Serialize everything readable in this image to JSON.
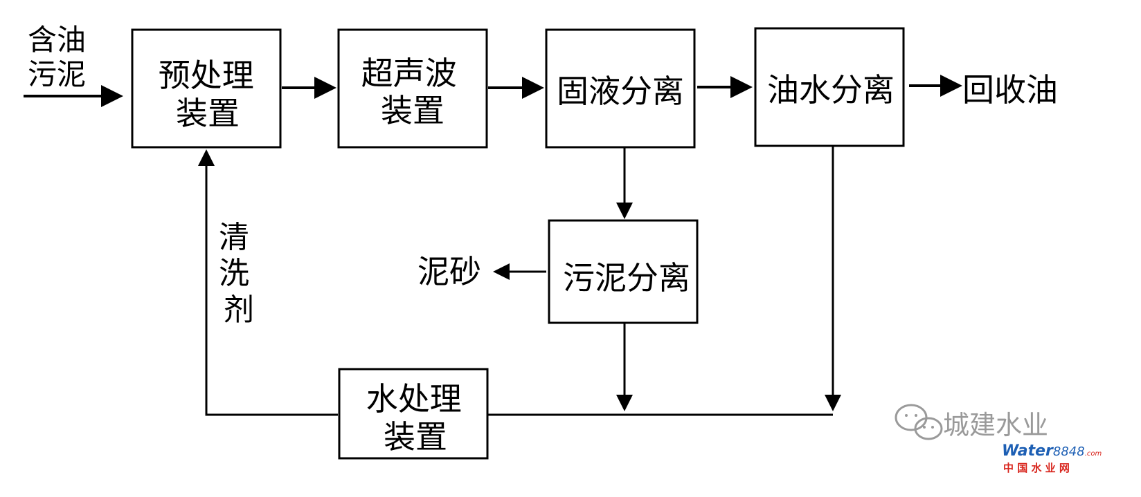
{
  "input": [
    "含油",
    "污泥"
  ],
  "nodes": {
    "pretreatment": [
      "预处理",
      "装置"
    ],
    "ultrasonic": [
      "超声波",
      "装置"
    ],
    "solid_liquid": [
      "固液分离"
    ],
    "oil_water": [
      "油水分离"
    ],
    "sludge_sep": [
      "污泥分离"
    ],
    "water_treat": [
      "水处理",
      "装置"
    ]
  },
  "outputs": {
    "recovered_oil": "回收油",
    "mud_sand": "泥砂"
  },
  "side_label": [
    "清",
    "洗",
    "剂"
  ],
  "watermark": {
    "account": "城建水业",
    "site_main": "Water",
    "site_num": "8848",
    "site_tld": ".com",
    "site_cn": "中 国 水 业 网",
    "brand_blue": "#1d5fb4",
    "brand_red": "#d8241c"
  }
}
